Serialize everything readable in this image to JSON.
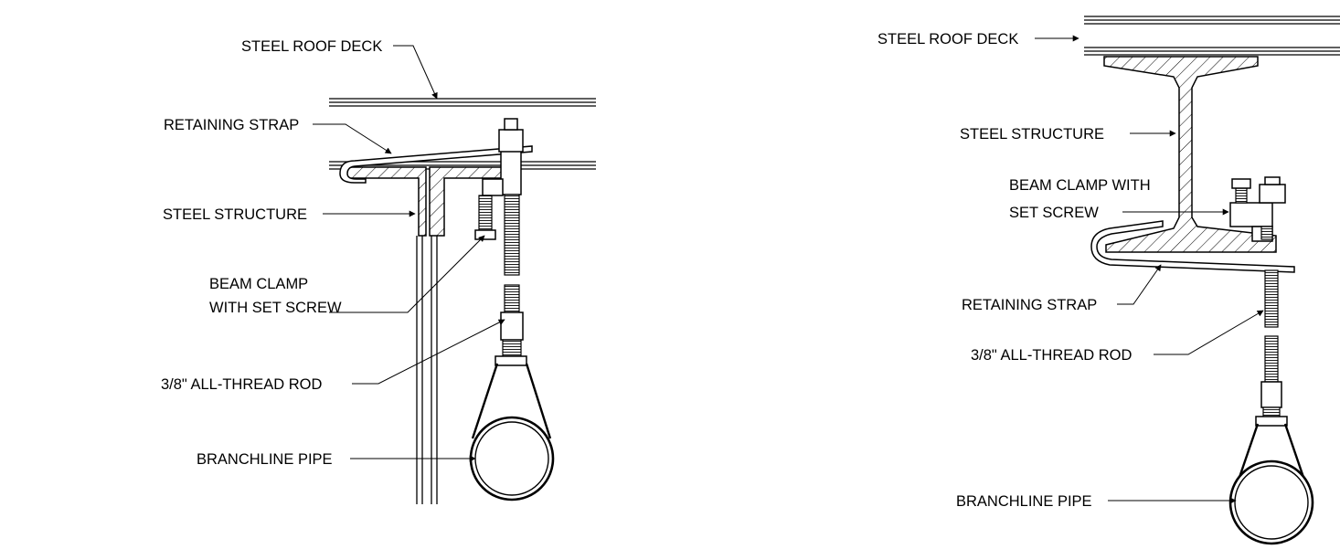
{
  "left_detail": {
    "labels": {
      "roof_deck": "STEEL ROOF DECK",
      "retaining_strap": "RETAINING STRAP",
      "steel_structure": "STEEL STRUCTURE",
      "beam_clamp_line1": "BEAM CLAMP",
      "beam_clamp_line2": "WITH SET SCREW",
      "rod": "3/8\" ALL-THREAD ROD",
      "pipe": "BRANCHLINE PIPE"
    }
  },
  "right_detail": {
    "labels": {
      "roof_deck": "STEEL ROOF DECK",
      "steel_structure": "STEEL STRUCTURE",
      "beam_clamp_line1": "BEAM CLAMP WITH",
      "beam_clamp_line2": "SET SCREW",
      "retaining_strap": "RETAINING STRAP",
      "rod": "3/8\" ALL-THREAD ROD",
      "pipe": "BRANCHLINE PIPE"
    }
  }
}
